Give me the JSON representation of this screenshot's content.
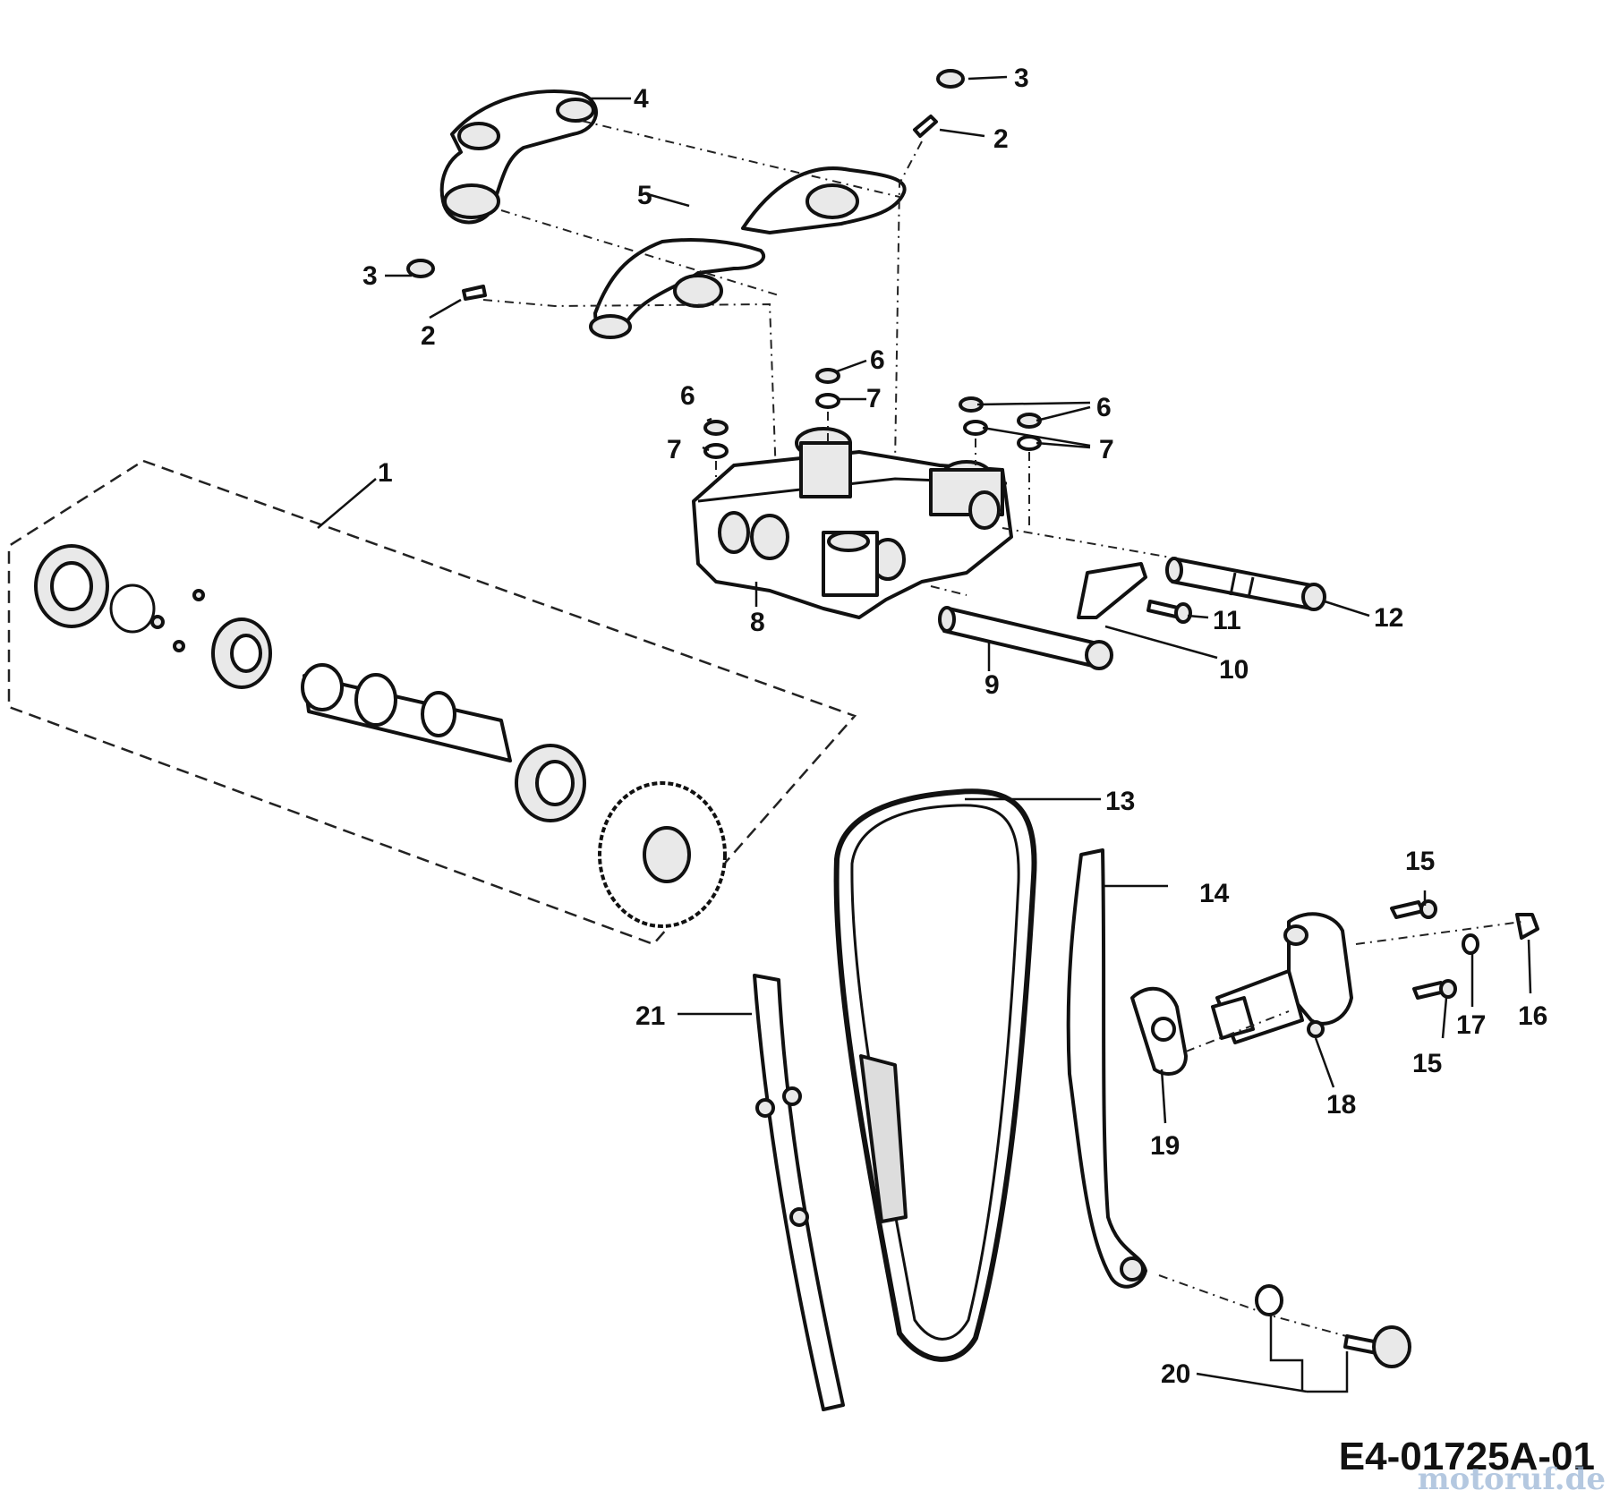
{
  "diagram": {
    "code": "E4-01725A-01",
    "watermark": "motoruf.de",
    "callouts": [
      "1",
      "2",
      "2",
      "3",
      "3",
      "4",
      "5",
      "6",
      "6",
      "6",
      "7",
      "7",
      "7",
      "8",
      "9",
      "10",
      "11",
      "12",
      "13",
      "14",
      "15",
      "15",
      "16",
      "17",
      "18",
      "19",
      "20",
      "21"
    ]
  }
}
